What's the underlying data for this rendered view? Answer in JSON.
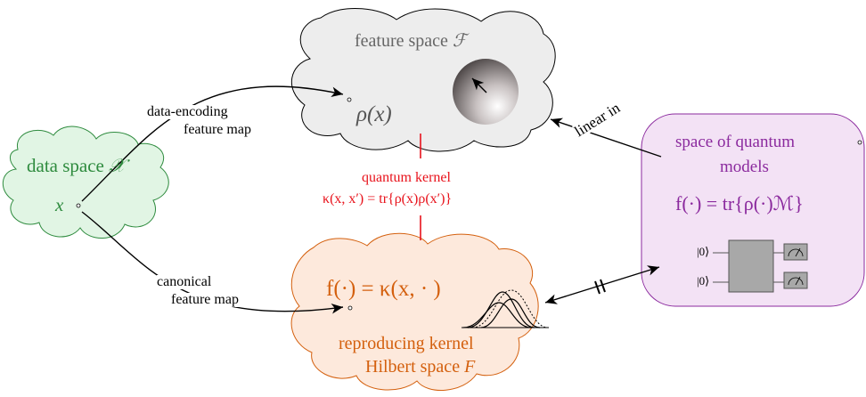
{
  "data_space": {
    "label": "data space",
    "symbol": "𝒳",
    "point": "x",
    "color": "#2e8b3e",
    "fill": "#e1f5e4"
  },
  "feature_space": {
    "label": "feature space",
    "symbol": "ℱ",
    "point": "ρ(x)",
    "label_color": "#666666",
    "fill": "#ededed"
  },
  "rkhs": {
    "function": "f(·) = κ(x, · )",
    "line1": "reproducing kernel",
    "line2": "Hilbert space",
    "symbol": "F",
    "color": "#d4600e",
    "fill": "#fde9dc"
  },
  "quantum_models": {
    "line1": "space of quantum",
    "line2": "models",
    "formula": "f(·) = tr{ρ(·)ℳ}",
    "ket1": "|0⟩",
    "ket2": "|0⟩",
    "color": "#8b2a9e",
    "fill": "#f3e2f5"
  },
  "kernel": {
    "line1": "quantum kernel",
    "line2": "κ(x, x′) = tr{ρ(x)ρ(x′)}",
    "color": "#e8121b"
  },
  "arrows": {
    "encoding_line1": "data-encoding",
    "encoding_line2": "feature map",
    "canonical_line1": "canonical",
    "canonical_line2": "feature map",
    "linear_in": "linear in"
  }
}
